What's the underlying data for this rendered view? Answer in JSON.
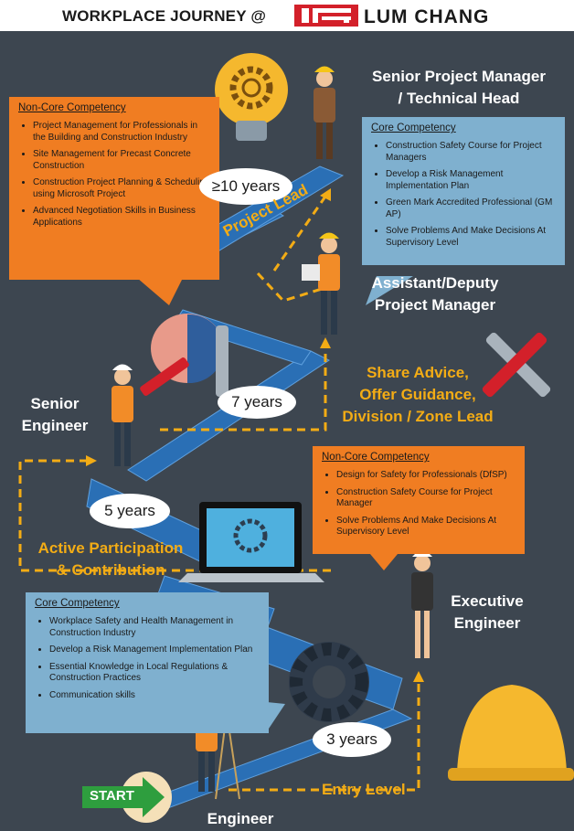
{
  "header": {
    "title": "WORKPLACE JOURNEY @",
    "brand": "LUM CHANG"
  },
  "roles": {
    "senior_pm": [
      "Senior Project Manager",
      "/ Technical Head"
    ],
    "assistant_pm": [
      "Assistant/Deputy",
      "Project Manager"
    ],
    "senior_engineer": [
      "Senior",
      "Engineer"
    ],
    "executive_engineer": [
      "Executive",
      "Engineer"
    ],
    "engineer": "Engineer"
  },
  "years": {
    "y10": "≥10 years",
    "y7": "7 years",
    "y5": "5 years",
    "y3": "3 years"
  },
  "labels": {
    "project_lead": "Project Lead",
    "share_advice": [
      "Share Advice,",
      "Offer Guidance,",
      "Division / Zone Lead"
    ],
    "active_participation": [
      "Active Participation",
      "& Contribution"
    ],
    "entry_level": "Entry Level",
    "start": "START"
  },
  "boxes": {
    "noncore_top": {
      "heading": "Non-Core Competency",
      "items": [
        "Project Management for Professionals in the Building and Construction Industry",
        "Site Management for Precast Concrete Construction",
        "Construction Project Planning & Scheduling using Microsoft Project",
        "Advanced Negotiation Skills in Business Applications"
      ]
    },
    "core_top": {
      "heading": "Core Competency",
      "items": [
        "Construction Safety Course for Project Managers",
        "Develop a Risk Management Implementation Plan",
        "Green Mark Accredited Professional (GM AP)",
        "Solve Problems And Make Decisions At Supervisory Level"
      ]
    },
    "noncore_mid": {
      "heading": "Non-Core Competency",
      "items": [
        "Design for Safety for Professionals (DfSP)",
        "Construction Safety Course for Project Manager",
        "Solve Problems And Make Decisions At Supervisory Level"
      ]
    },
    "core_bottom": {
      "heading": "Core Competency",
      "items": [
        "Workplace Safety and Health Management in Construction Industry",
        "Develop a Risk Management Implementation Plan",
        "Essential Knowledge in Local Regulations & Construction Practices",
        "Communication skills"
      ]
    }
  },
  "colors": {
    "background": "#3d4650",
    "orange": "#f07d22",
    "blue": "#7fb0cf",
    "gold": "#f3ac15",
    "stairs": "#2a6fb5",
    "brand_red": "#d3202a",
    "start_green": "#2e9e3e"
  },
  "icons": [
    "lightbulb-gear-icon",
    "brain-tools-icon",
    "crossed-tools-icon",
    "laptop-gear-icon",
    "gear-icon",
    "hard-hat-icon"
  ]
}
